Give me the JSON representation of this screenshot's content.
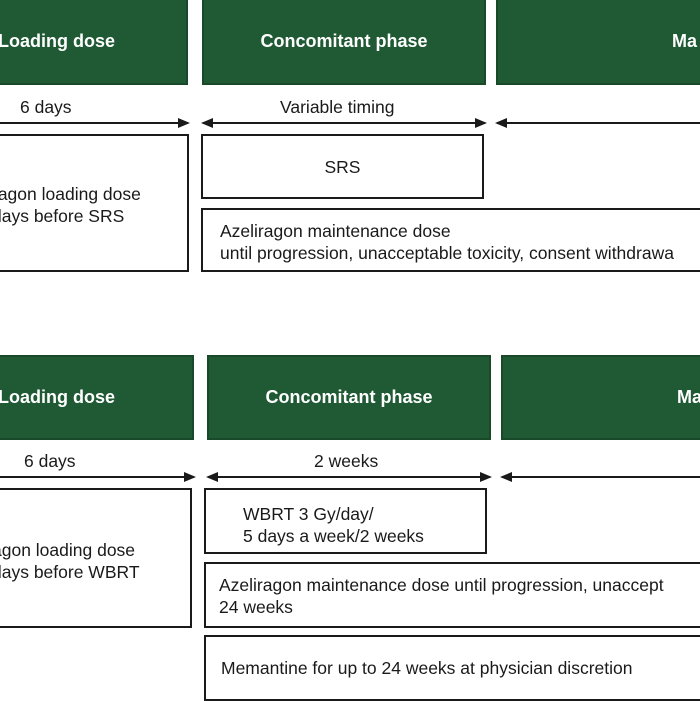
{
  "top": {
    "phases": [
      "Loading dose",
      "Concomitant phase",
      "Ma"
    ],
    "durations": [
      "6 days",
      "Variable timing"
    ],
    "loading_box": [
      "ragon loading dose",
      "days before SRS"
    ],
    "srs_box": "SRS",
    "maintenance_box": [
      "Azeliragon maintenance dose",
      "until progression, unacceptable toxicity, consent withdrawa"
    ]
  },
  "bottom": {
    "phases": [
      "Loading dose",
      "Concomitant phase",
      "Ma"
    ],
    "durations": [
      "6 days",
      "2 weeks"
    ],
    "loading_box": [
      "agon loading dose",
      "days before WBRT"
    ],
    "wbrt_box": [
      "WBRT 3 Gy/day/",
      "5 days a week/2 weeks"
    ],
    "maintenance_box": [
      "Azeliragon maintenance dose until progression, unaccept",
      "24 weeks"
    ],
    "memantine_box": "Memantine for up to 24 weeks at physician discretion"
  },
  "colors": {
    "phase_fill": "#1f5a34",
    "phase_text": "#ffffff",
    "border": "#1a1a1a"
  }
}
